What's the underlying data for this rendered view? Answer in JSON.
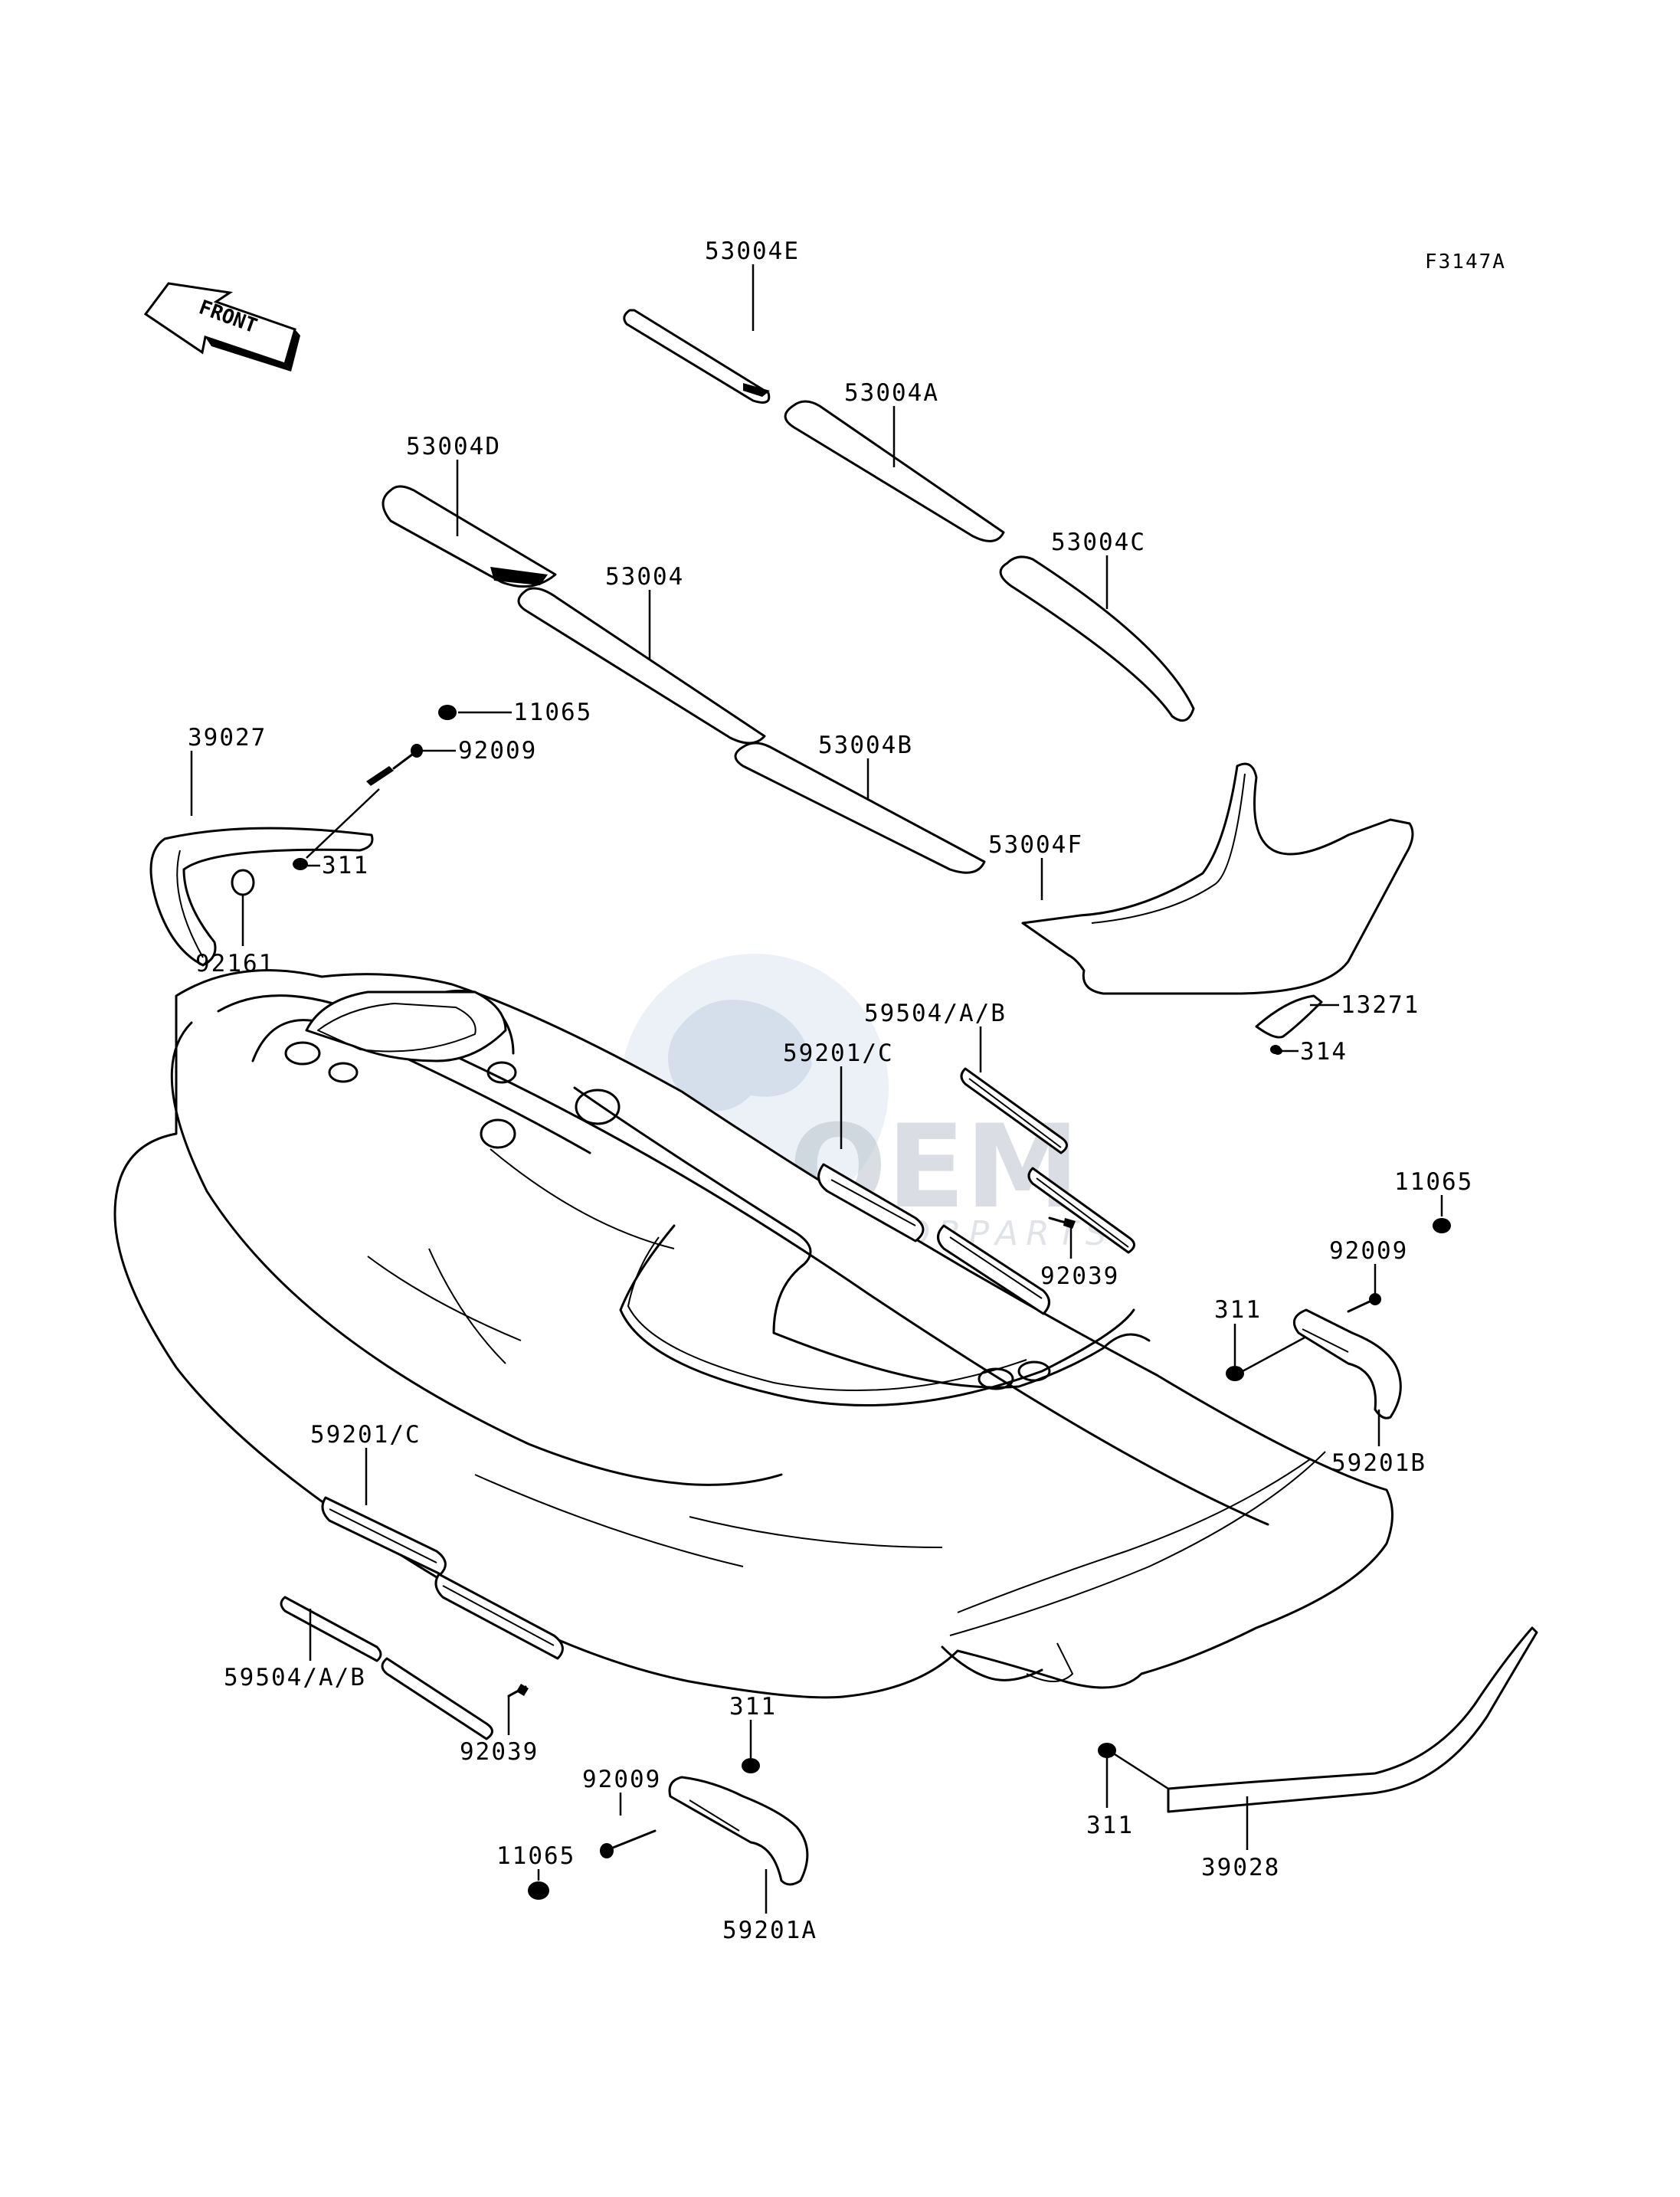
{
  "diagram_code": "F3147A",
  "front_label": "FRONT",
  "watermark": {
    "main": "OEM",
    "sub": "MOTORPARTS"
  },
  "labels": {
    "l_53004E": "53004E",
    "l_53004A": "53004A",
    "l_53004D": "53004D",
    "l_53004C": "53004C",
    "l_53004": "53004",
    "l_11065_a": "11065",
    "l_39027": "39027",
    "l_92009_a": "92009",
    "l_53004B": "53004B",
    "l_53004F": "53004F",
    "l_311_a": "311",
    "l_92161": "92161",
    "l_59504AB_a": "59504/A/B",
    "l_59201C_a": "59201/C",
    "l_13271": "13271",
    "l_314": "314",
    "l_11065_b": "11065",
    "l_92009_b": "92009",
    "l_92039_a": "92039",
    "l_311_b": "311",
    "l_59201B": "59201B",
    "l_59201C_b": "59201/C",
    "l_59504AB_b": "59504/A/B",
    "l_92039_b": "92039",
    "l_311_c": "311",
    "l_92009_c": "92009",
    "l_11065_c": "11065",
    "l_59201A": "59201A",
    "l_311_d": "311",
    "l_39028": "39028"
  }
}
